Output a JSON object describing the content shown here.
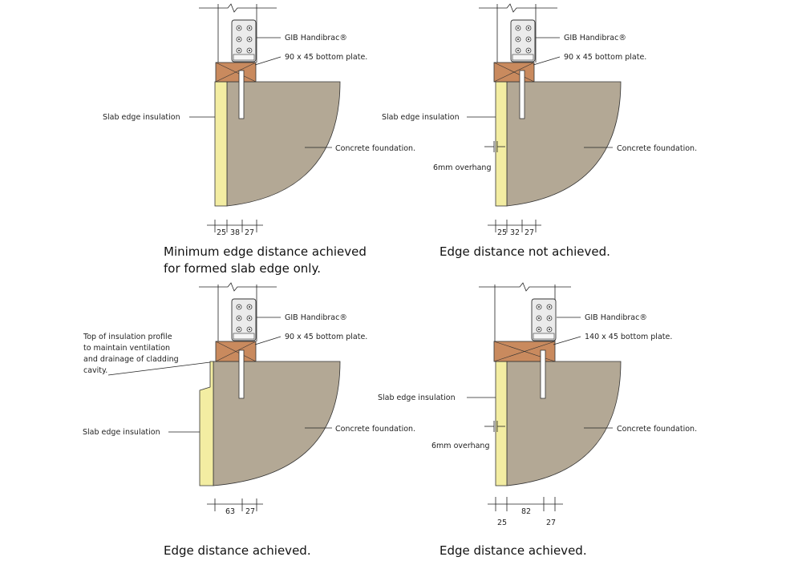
{
  "colors": {
    "concrete": "#b3a895",
    "timber": "#c98a5e",
    "insulation": "#f3eda2",
    "bracket": "#ebebeb",
    "line": "#222222"
  },
  "panels": [
    {
      "labels": {
        "handibrac": "GIB Handibrac®",
        "plate": "90 x 45 bottom plate.",
        "insulation": "Slab edge insulation",
        "concrete": "Concrete foundation."
      },
      "dims": [
        "25",
        "38",
        "27"
      ],
      "caption": [
        "Minimum edge distance achieved",
        "for formed slab edge only."
      ]
    },
    {
      "labels": {
        "handibrac": "GIB Handibrac®",
        "plate": "90 x 45 bottom plate.",
        "insulation": "Slab edge insulation",
        "concrete": "Concrete foundation.",
        "overhang": "6mm overhang"
      },
      "dims": [
        "25",
        "32",
        "27"
      ],
      "caption": [
        "Edge distance not achieved."
      ]
    },
    {
      "labels": {
        "handibrac": "GIB Handibrac®",
        "plate": "90 x 45 bottom plate.",
        "insulation": "Slab edge insulation",
        "concrete": "Concrete foundation.",
        "profile_note": [
          "Top of insulation profile",
          "to maintain ventilation",
          "and drainage of cladding",
          "cavity."
        ]
      },
      "dims": [
        "63",
        "27"
      ],
      "caption": [
        "Edge distance achieved."
      ]
    },
    {
      "labels": {
        "handibrac": "GIB Handibrac®",
        "plate": "140 x 45 bottom plate.",
        "insulation": "Slab edge insulation",
        "concrete": "Concrete foundation.",
        "overhang": "6mm overhang"
      },
      "dims": [
        "25",
        "82",
        "27"
      ],
      "caption": [
        "Edge distance achieved."
      ]
    }
  ]
}
